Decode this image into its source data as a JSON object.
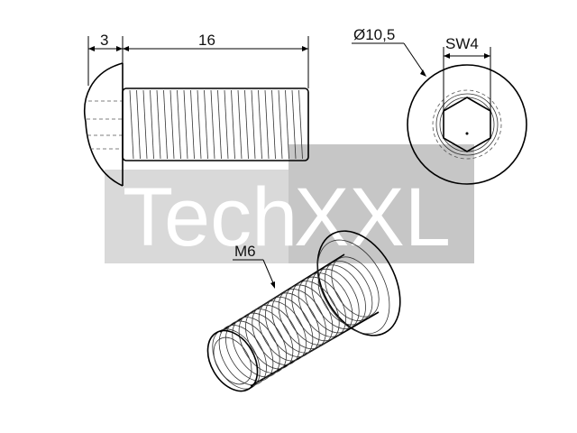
{
  "watermark": {
    "part1": "Tech",
    "part2": "XXL",
    "band_color": "#d9d9d9",
    "box_color": "#c6c6c6",
    "text_color": "#ffffff"
  },
  "dimensions": {
    "head_length": "3",
    "shaft_length": "16",
    "head_diameter": "Ø10,5",
    "hex_size": "SW4",
    "thread": "M6"
  },
  "colors": {
    "line": "#000000"
  }
}
